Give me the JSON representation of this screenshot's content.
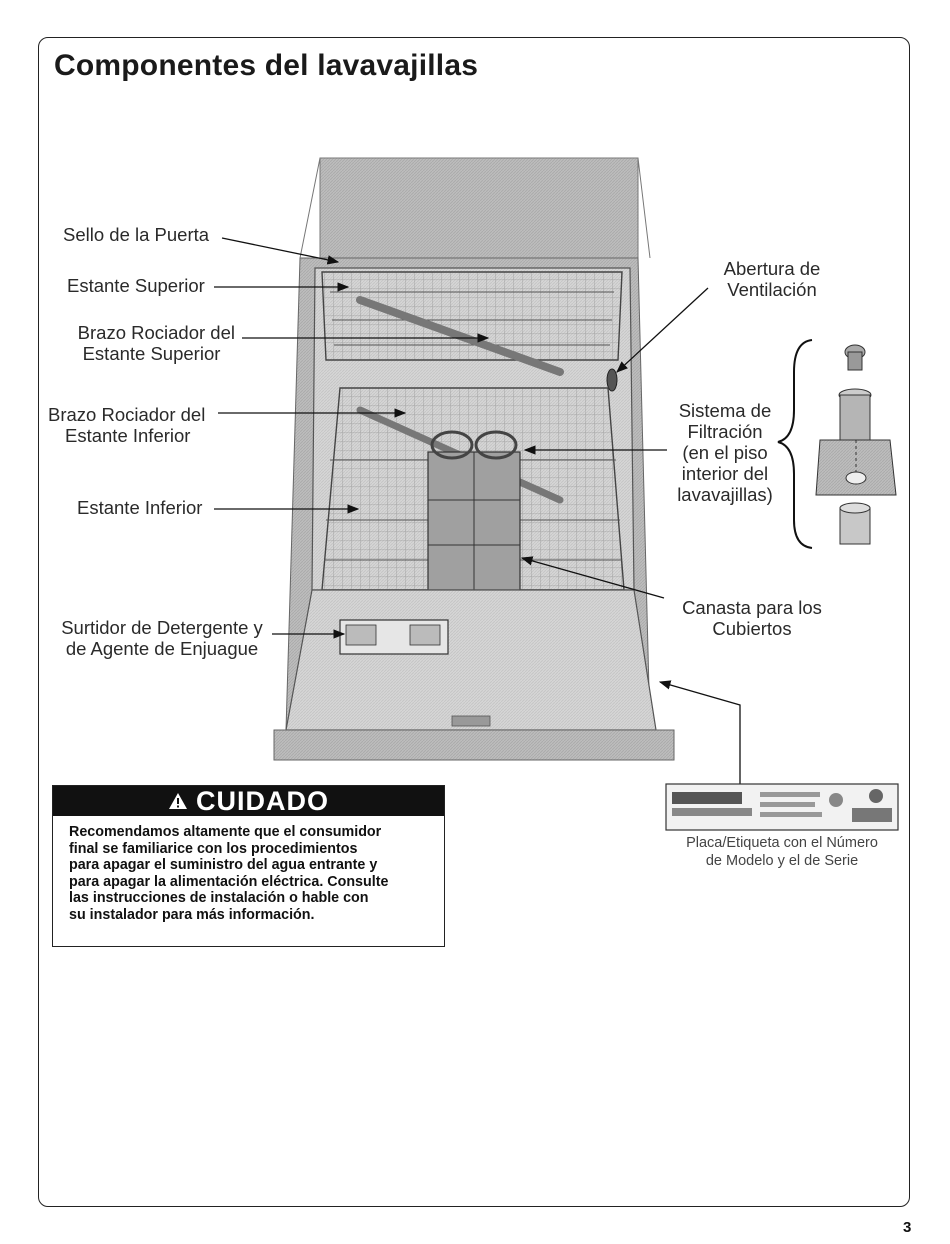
{
  "title": "Componentes del lavavajillas",
  "callouts": {
    "door_seal": "Sello de la Puerta",
    "upper_rack": "Estante Superior",
    "upper_spray_arm": [
      "Brazo Rociador del",
      "Estante Superior"
    ],
    "lower_spray_arm": [
      "Brazo Rociador del",
      "Estante Inferior"
    ],
    "lower_rack": "Estante Inferior",
    "dispenser": [
      "Surtidor de Detergente y",
      "de Agente de Enjuague"
    ],
    "vent": [
      "Abertura de",
      "Ventilación"
    ],
    "filtration": [
      "Sistema de",
      "Filtración",
      "(en el piso",
      "interior del",
      "lavavajillas)"
    ],
    "basket": [
      "Canasta para los",
      "Cubiertos"
    ],
    "plate": [
      "Placa/Etiqueta con el Número",
      "de Modelo y el de Serie"
    ]
  },
  "warning": {
    "icon": "warning-triangle-icon",
    "heading": "CUIDADO",
    "lines": [
      "Recomendamos altamente que el consumidor",
      "final se familiarice con los procedimientos",
      "para apagar el suministro del agua entrante y",
      "para apagar la alimentación eléctrica. Consulte",
      "las instrucciones de instalación o hable con",
      "su instalador para más información."
    ]
  },
  "page_number": "3"
}
